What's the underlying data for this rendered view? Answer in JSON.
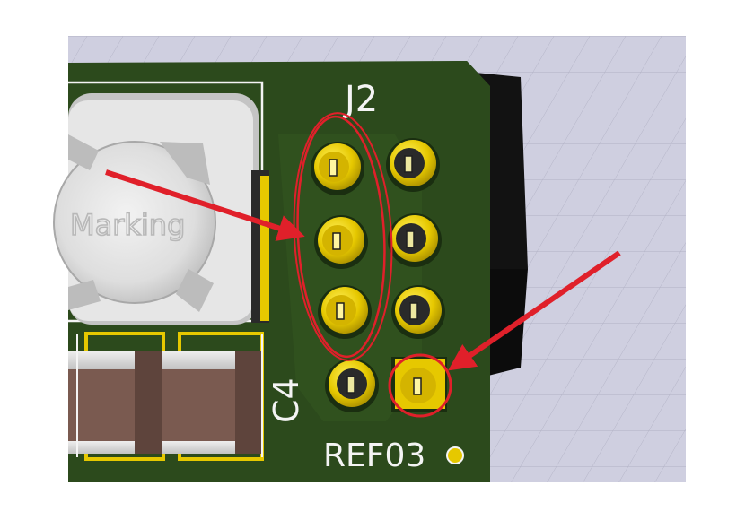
{
  "image": {
    "kind": "3D PCB render",
    "colors": {
      "background_grid": "#c8c8d8",
      "board": "#2c4a1c",
      "board_edge": "#1e3414",
      "silkscreen": "#f4f4f4",
      "pad_gold": "#e6c800",
      "annotation_red": "#e0202a",
      "capacitor_brown": "#7a5a50",
      "component_metal": "#d8d8d8"
    }
  },
  "labels": {
    "connector_ref": "J2",
    "capacitor_ref": "C4",
    "fiducial_ref": "REF03",
    "component_marking": "Marking"
  },
  "annotations": {
    "arrow_count": 2,
    "highlight_ellipse_count": 2
  }
}
